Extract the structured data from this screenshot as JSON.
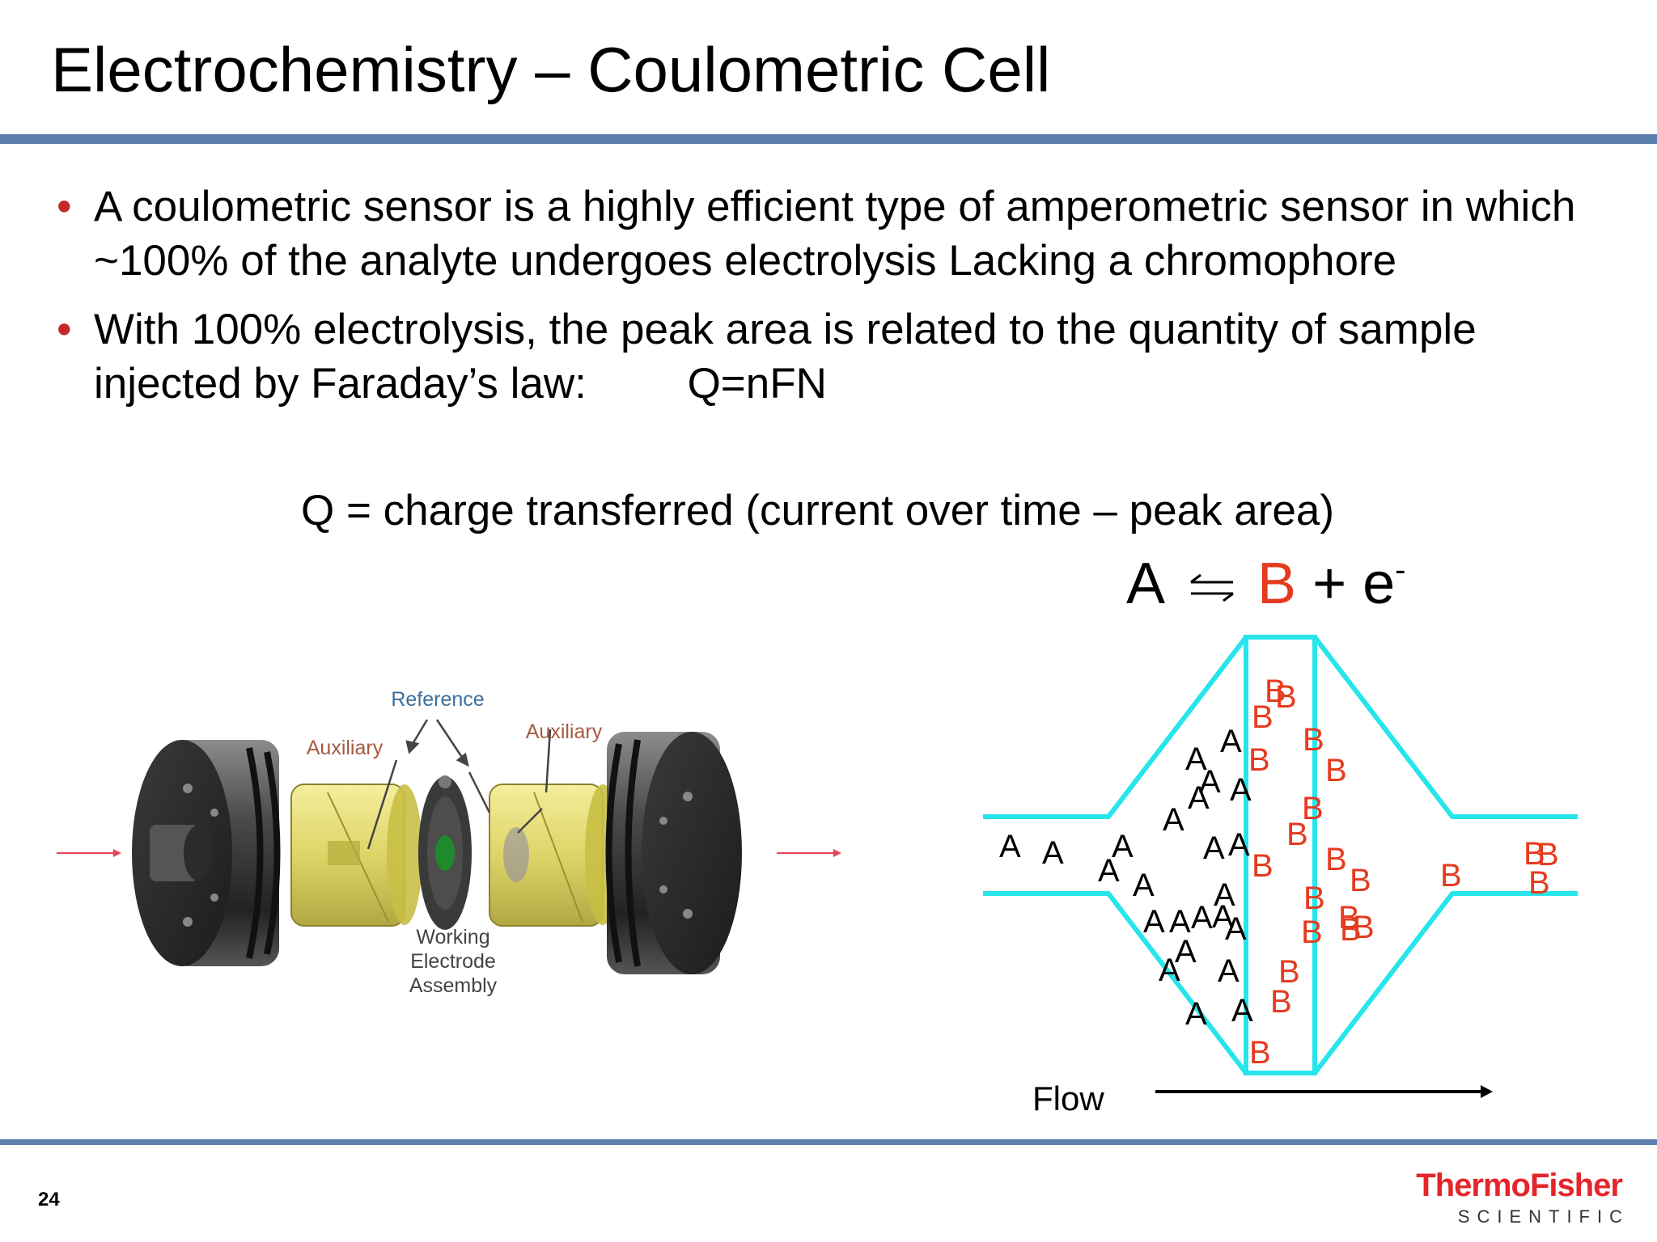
{
  "colors": {
    "rule": "#5b7fae",
    "bullet": "#c62828",
    "product_B": "#e53b1f",
    "channel": "#27e5ea",
    "logo_red": "#e3262b",
    "logo_sub": "#333333"
  },
  "slide": {
    "title": "Electrochemistry – Coulometric Cell",
    "page_number": "24",
    "bullets": [
      {
        "text": "A coulometric sensor is a highly efficient type of amperometric sensor in which ~100% of the analyte undergoes electrolysis Lacking a chromophore"
      },
      {
        "text": "With 100% electrolysis, the peak area  is related to the quantity of sample injected by Faraday’s law:",
        "formula": "Q=nFN"
      }
    ],
    "q_definition": "Q = charge transferred (current over time – peak area)"
  },
  "equation": {
    "reactant": "A",
    "product": "B",
    "rest": "+ e",
    "superscript": "-"
  },
  "cell_labels": {
    "reference": "Reference",
    "auxiliary_left": "Auxiliary",
    "auxiliary_right": "Auxiliary",
    "working_line1": "Working",
    "working_line2": "Electrode",
    "working_line3": "Assembly"
  },
  "flow_diagram": {
    "flow_label": "Flow",
    "reactant_symbol": "A",
    "product_symbol": "B"
  },
  "logo": {
    "text_main_1": "Thermo",
    "text_main_2": "Fisher",
    "text_sub": "SCIENTIFIC"
  }
}
